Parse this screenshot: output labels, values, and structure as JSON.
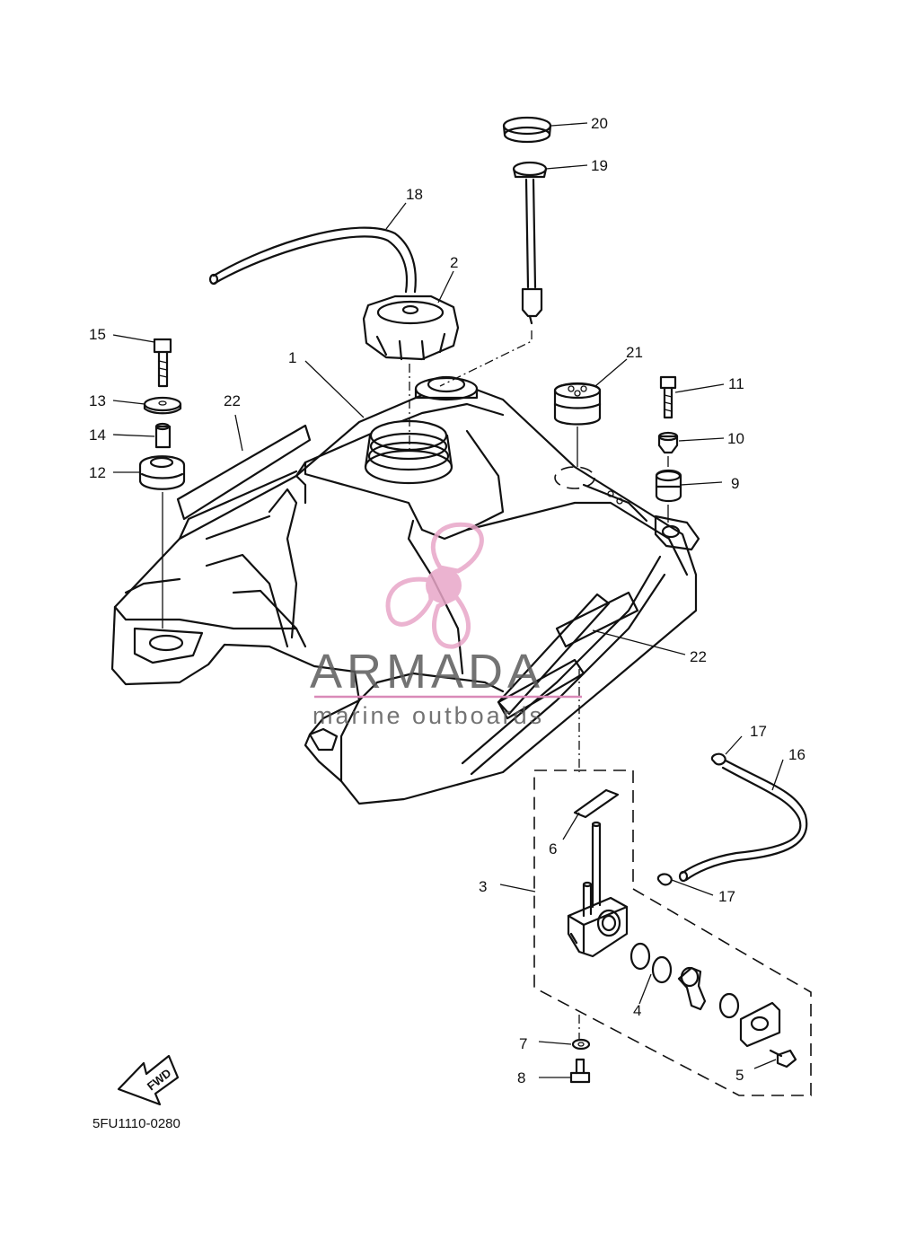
{
  "diagram": {
    "callouts": [
      "1",
      "2",
      "3",
      "4",
      "5",
      "6",
      "7",
      "8",
      "9",
      "10",
      "11",
      "12",
      "13",
      "14",
      "15",
      "16",
      "17",
      "17",
      "18",
      "19",
      "20",
      "21",
      "22",
      "22"
    ],
    "diagram_code": "5FU1110-0280",
    "fwd_label": "FWD"
  },
  "watermark": {
    "brand": "ARMADA",
    "tagline": "marine outboards",
    "accent_color": "#e8a6c8",
    "line_color": "#d98ab8"
  }
}
